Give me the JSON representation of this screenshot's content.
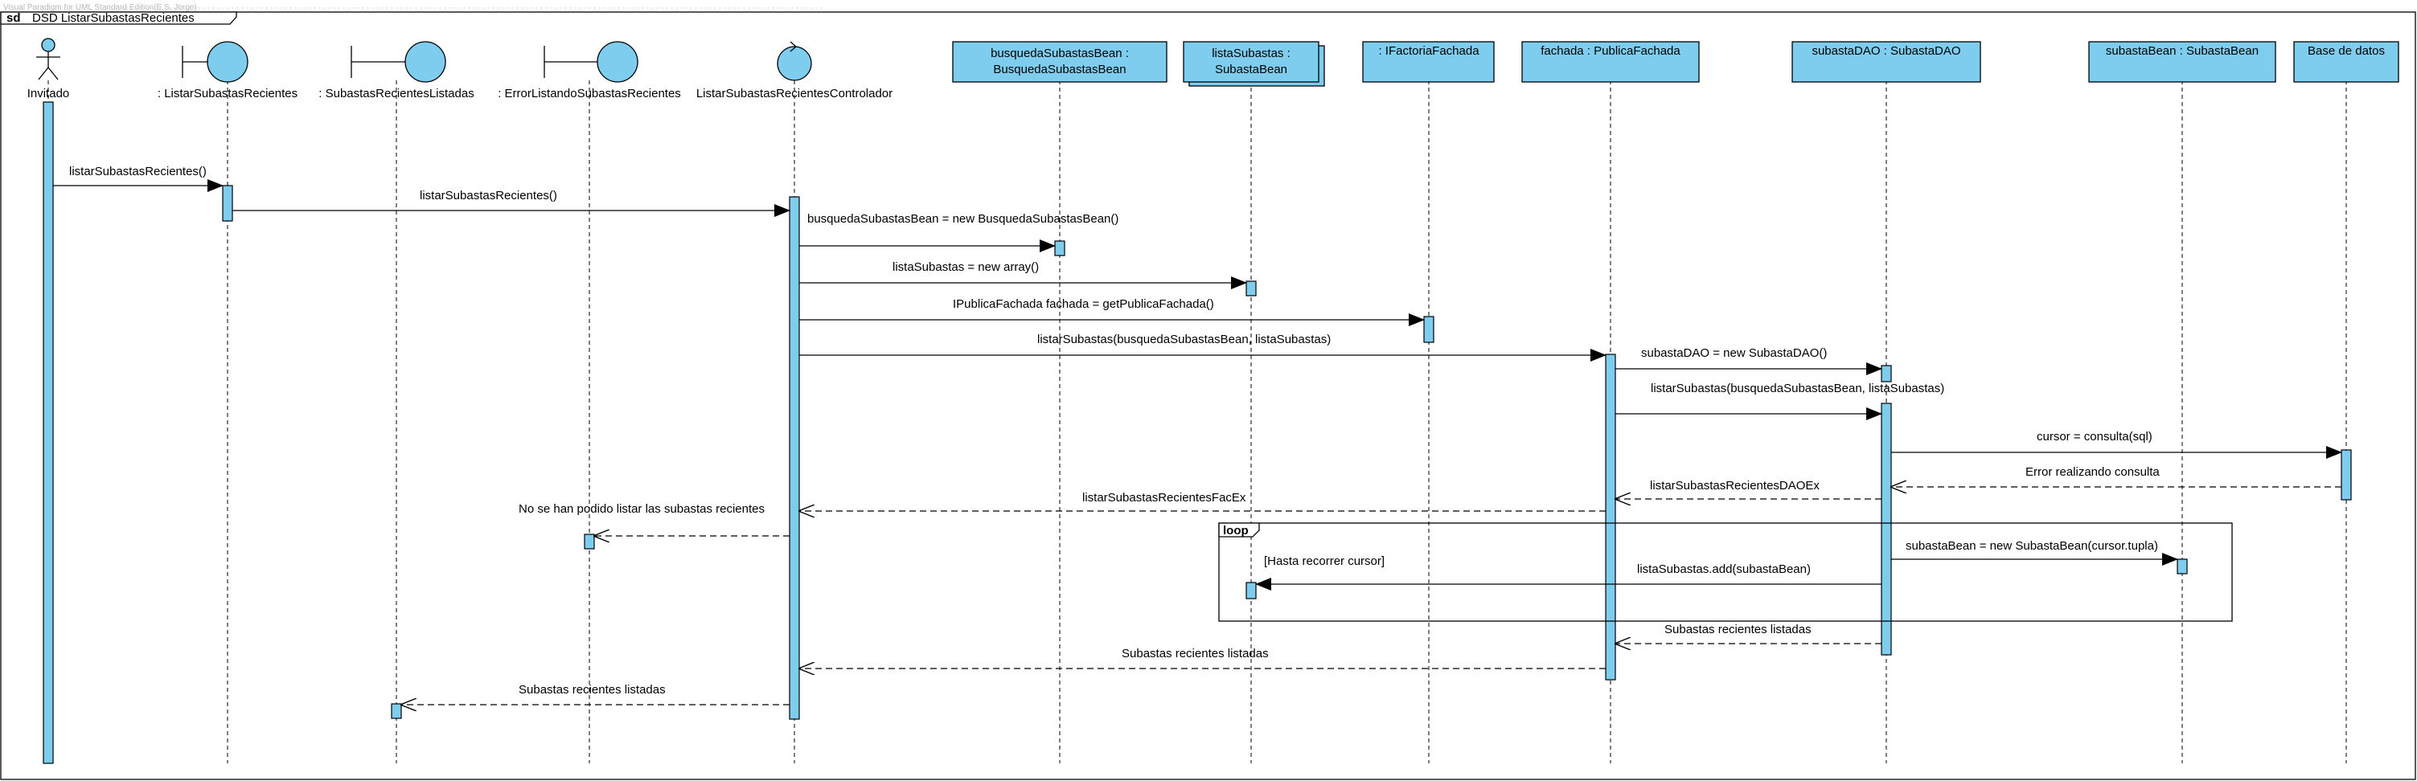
{
  "watermark": "Visual Paradigm for UML Standard Edition(E.S. Jorge)",
  "frame": {
    "keyword": "sd",
    "title": "DSD ListarSubastasRecientes"
  },
  "colors": {
    "fill": "#7ecdee",
    "stroke": "#000000",
    "line": "#000000"
  },
  "participants": {
    "actor": {
      "label": "Invitado"
    },
    "b1": {
      "label": ": ListarSubastasRecientes"
    },
    "b2": {
      "label": ": SubastasRecientesListadas"
    },
    "b3": {
      "label": ": ErrorListandoSubastasRecientes"
    },
    "ctrl": {
      "label": "ListarSubastasRecientesControlador"
    },
    "busq": {
      "line1": "busquedaSubastasBean :",
      "line2": "BusquedaSubastasBean"
    },
    "lista": {
      "line1": "listaSubastas :",
      "line2": "SubastaBean"
    },
    "ifac": {
      "label": ": IFactoriaFachada"
    },
    "fach": {
      "label": "fachada : PublicaFachada"
    },
    "dao": {
      "label": "subastaDAO : SubastaDAO"
    },
    "sbean": {
      "label": "subastaBean : SubastaBean"
    },
    "db": {
      "label": "Base de datos"
    }
  },
  "messages": {
    "m1": "listarSubastasRecientes()",
    "m2": "listarSubastasRecientes()",
    "m3": "busquedaSubastasBean = new BusquedaSubastasBean()",
    "m4": "listaSubastas = new array()",
    "m5": "IPublicaFachada fachada =  getPublicaFachada()",
    "m6": "listarSubastas(busquedaSubastasBean, listaSubastas)",
    "m7": "subastaDAO = new SubastaDAO()",
    "m8": "listarSubastas(busquedaSubastasBean, listaSubastas)",
    "m9": "cursor = consulta(sql)",
    "m10": "Error realizando consulta",
    "m11": "listarSubastasRecientesDAOEx",
    "m12": "listarSubastasRecientesFacEx",
    "m13": "No se han podido listar las subastas recientes",
    "m14": "subastaBean = new SubastaBean(cursor.tupla)",
    "m15": "listaSubastas.add(subastaBean)",
    "m16": "Subastas recientes listadas",
    "m17": "Subastas recientes listadas",
    "m18": "Subastas recientes listadas"
  },
  "loop": {
    "keyword": "loop",
    "guard": "[Hasta recorrer cursor]"
  }
}
